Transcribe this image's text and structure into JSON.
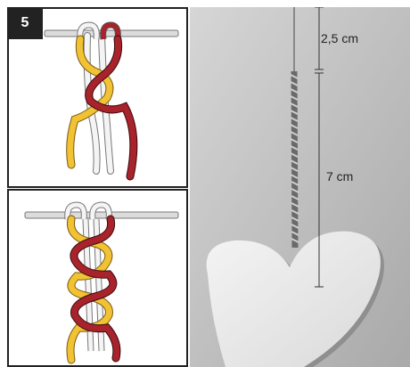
{
  "step": {
    "number": "5"
  },
  "measurements": [
    {
      "label": "2,5 cm"
    },
    {
      "label": "7 cm"
    }
  ],
  "colors": {
    "red_cord": "#a8232b",
    "yellow_cord": "#f1c233",
    "white_cord": "#f4f4f4",
    "rod": "#d8d8d8",
    "photo_background": "#b8b8b8"
  }
}
